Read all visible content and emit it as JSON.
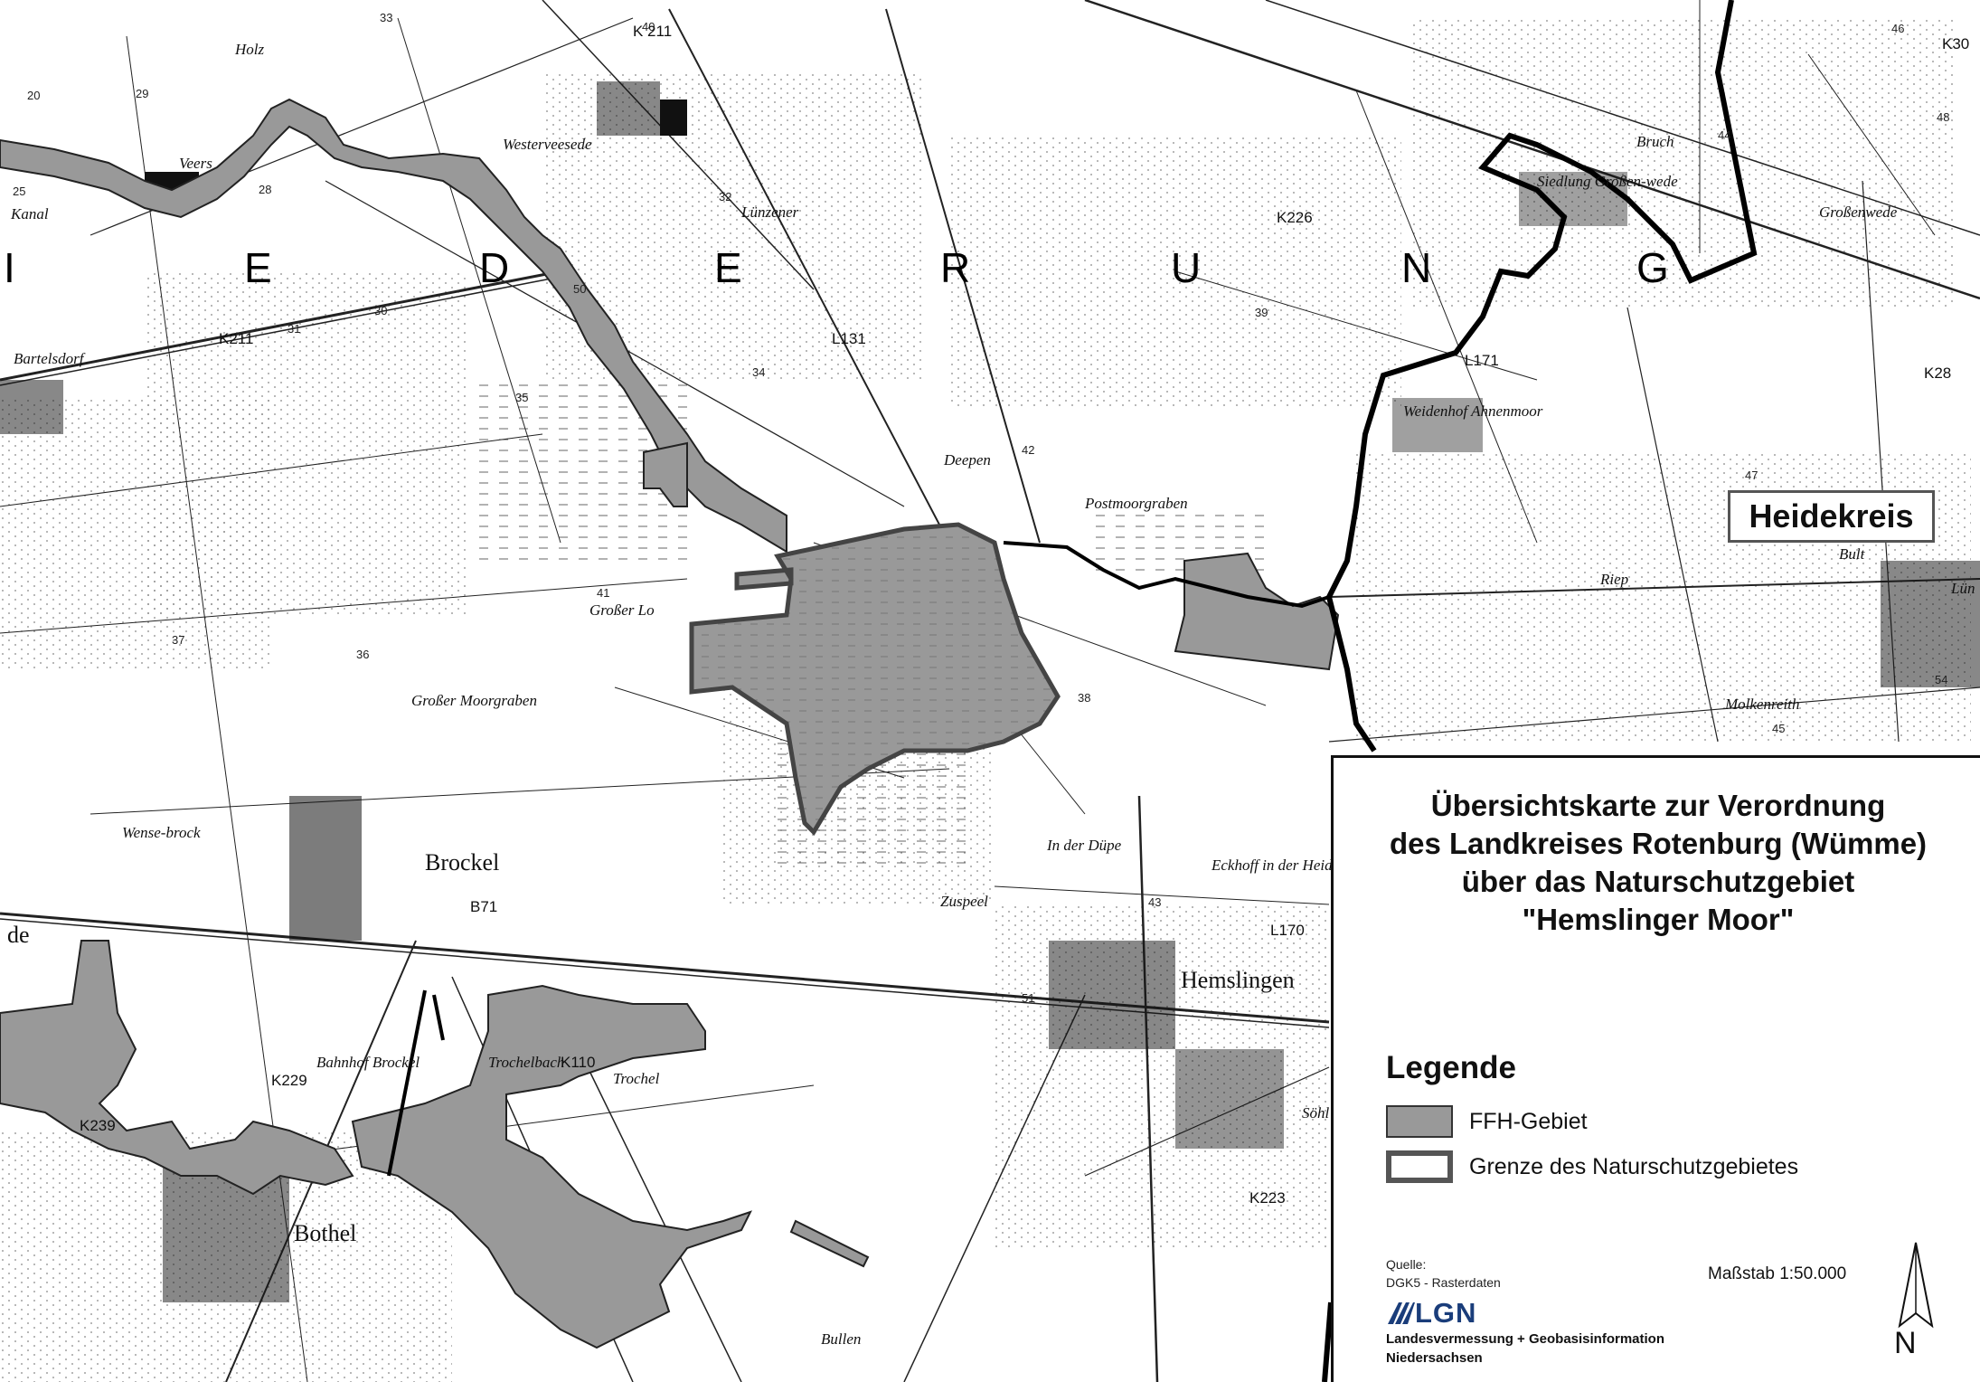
{
  "map": {
    "region_letters": [
      "I",
      "E",
      "D",
      "E",
      "R",
      "U",
      "N",
      "G"
    ],
    "place_labels": [
      "Holz",
      "Veers",
      "Westerveesede",
      "Bartelsdorf",
      "Kanal",
      "Lünzener",
      "Deepen",
      "Großer Lo",
      "Großer Moorgraben",
      "Wense-brock",
      "Brockel",
      "Bahnhof Brockel",
      "Bothel",
      "Trochel",
      "Trochelbach",
      "Hemslingen",
      "Zuspeel",
      "In der Düpe",
      "Eckhoff in der Heide",
      "Riep",
      "Bult",
      "Molkenreith",
      "Siedlung Großen-wede",
      "Bruch",
      "Großenwede",
      "Weidenhof Ahnenmoor",
      "Postmoorgraben",
      "Bullen",
      "Söhl",
      "Lün",
      "de"
    ],
    "road_labels": [
      "B71",
      "K211",
      "K239",
      "K229",
      "L131",
      "K110",
      "L170",
      "K223",
      "K30",
      "K226",
      "L171",
      "K 211",
      "K28"
    ],
    "elevations": [
      "33",
      "40",
      "29",
      "20",
      "25",
      "28",
      "30",
      "31",
      "32",
      "34",
      "35",
      "36",
      "37",
      "38",
      "39",
      "41",
      "42",
      "43",
      "44",
      "45",
      "46",
      "47",
      "48",
      "50",
      "51",
      "54"
    ],
    "district_label": "Heidekreis"
  },
  "panel": {
    "title_lines": [
      "Übersichtskarte zur Verordnung",
      "des Landkreises Rotenburg (Wümme)",
      "über das Naturschutzgebiet",
      "\"Hemslinger Moor\""
    ],
    "legend": {
      "heading": "Legende",
      "items": [
        {
          "label": "FFH-Gebiet",
          "swatch_color": "#999999"
        },
        {
          "label": "Grenze des Naturschutzgebietes",
          "swatch_color": "#555555"
        }
      ]
    },
    "source": {
      "label": "Quelle:",
      "data": "DGK5 - Rasterdaten",
      "logo_text": "LGN",
      "org_line1": "Landesvermessung + Geobasisinformation",
      "org_line2": "Niedersachsen"
    },
    "scale": "Maßstab 1:50.000",
    "north": "N"
  },
  "colors": {
    "ffh_fill": "#999999",
    "boundary": "#000000",
    "logo_blue": "#1a3d7a"
  }
}
